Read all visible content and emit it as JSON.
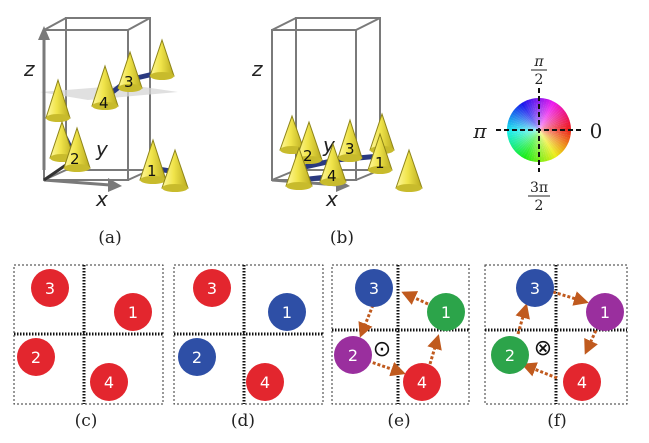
{
  "colors": {
    "red": "#e3262e",
    "blue": "#2e4fa6",
    "green": "#2ca44a",
    "purple": "#9a2f9e",
    "arrow": "#c05a1e",
    "spin_fill": "#f0e44a",
    "spin_dark": "#9a8f1c",
    "line": "#7a7a7a"
  },
  "panel_a": {
    "caption": "(a)",
    "axes": {
      "z": "z",
      "x": "x",
      "y": "y"
    },
    "labels": [
      "1",
      "2",
      "3",
      "4"
    ]
  },
  "panel_b": {
    "caption": "(b)",
    "axes": {
      "z": "z",
      "x": "x",
      "y": "y"
    },
    "labels": [
      "1",
      "2",
      "3",
      "4"
    ]
  },
  "color_wheel": {
    "top": {
      "num": "π",
      "den": "2"
    },
    "left": "π",
    "right": "0",
    "bottom": {
      "num": "3π",
      "den": "2"
    }
  },
  "panels": [
    {
      "caption": "(c)",
      "sites": [
        {
          "label": "3",
          "color": "red"
        },
        {
          "label": "1",
          "color": "red"
        },
        {
          "label": "2",
          "color": "red"
        },
        {
          "label": "4",
          "color": "red"
        }
      ]
    },
    {
      "caption": "(d)",
      "sites": [
        {
          "label": "3",
          "color": "red"
        },
        {
          "label": "1",
          "color": "blue"
        },
        {
          "label": "2",
          "color": "blue"
        },
        {
          "label": "4",
          "color": "red"
        }
      ]
    },
    {
      "caption": "(e)",
      "center_symbol": "⊙",
      "sites": [
        {
          "label": "3",
          "color": "blue"
        },
        {
          "label": "1",
          "color": "green"
        },
        {
          "label": "2",
          "color": "purple"
        },
        {
          "label": "4",
          "color": "red"
        }
      ]
    },
    {
      "caption": "(f)",
      "center_symbol": "⊗",
      "sites": [
        {
          "label": "3",
          "color": "blue"
        },
        {
          "label": "1",
          "color": "purple"
        },
        {
          "label": "2",
          "color": "green"
        },
        {
          "label": "4",
          "color": "red"
        }
      ]
    }
  ]
}
